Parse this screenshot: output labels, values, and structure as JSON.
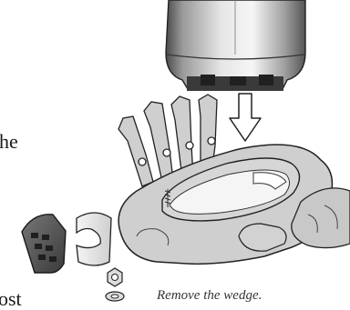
{
  "page": {
    "text_fragments": [
      "he",
      "ost"
    ],
    "caption": "Remove the wedge."
  },
  "colors": {
    "metal_dark": "#4a4a4a",
    "metal_mid": "#9a9a9a",
    "metal_light": "#e6e6e6",
    "tray_fill": "#cfcfcf",
    "outline": "#222222"
  },
  "icons": [
    "down-arrow-icon",
    "nut-icon",
    "washer-icon"
  ]
}
